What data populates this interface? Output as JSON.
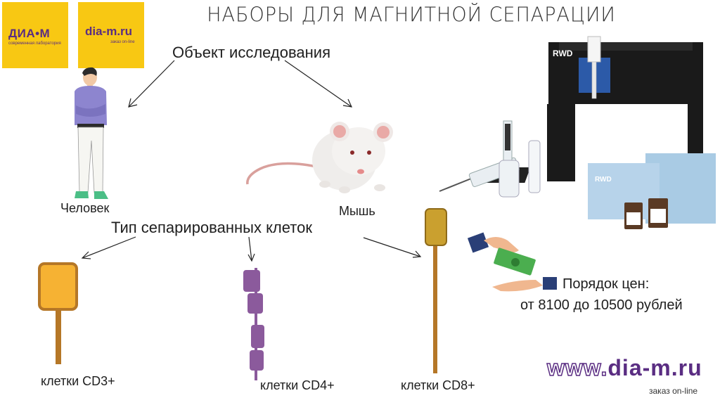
{
  "header": {
    "title": "НАБОРЫ ДЛЯ МАГНИТНОЙ СЕПАРАЦИИ"
  },
  "logos": {
    "logo1_name": "ДИА•М",
    "logo1_tagline": "современная лаборатория",
    "logo2_name": "dia-m.ru",
    "logo2_tagline": "заказ on-line"
  },
  "research_object": {
    "label": "Объект исследования",
    "human_label": "Человек",
    "mouse_label": "Мышь"
  },
  "cell_type": {
    "label": "Тип сепарированных клеток",
    "cd3_label": "клетки CD3+",
    "cd4_label": "клетки CD4+",
    "cd8_label": "клетки CD8+"
  },
  "product": {
    "brand": "RWD"
  },
  "price": {
    "line1": "Порядок цен:",
    "line2": "от 8100 до 10500 рублей"
  },
  "footer": {
    "site_prefix": "www.",
    "site_name": "dia-m.ru",
    "tagline": "заказ on-line"
  },
  "colors": {
    "brand_yellow": "#f8c813",
    "brand_purple": "#5a2d82",
    "cd3_fill": "#f6b233",
    "cd3_stroke": "#b57727",
    "cd4_fill": "#8b5a9c",
    "cd8_fill": "#caa02f"
  }
}
